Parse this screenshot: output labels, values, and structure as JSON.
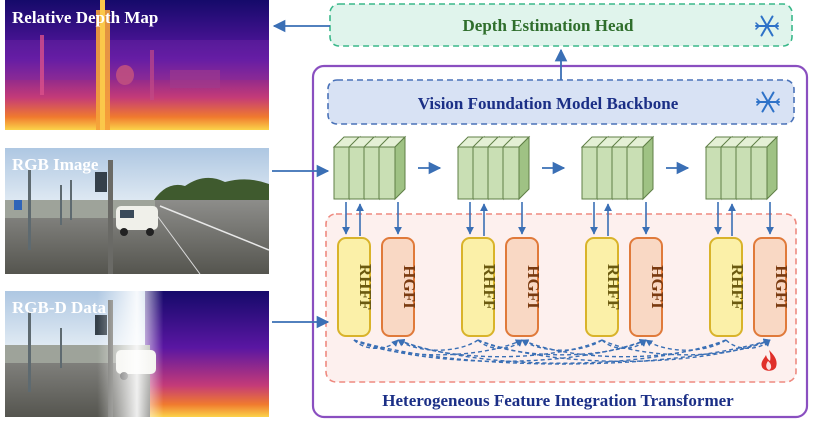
{
  "images": {
    "relative_depth": {
      "label": "Relative Depth Map"
    },
    "rgb": {
      "label": "RGB Image"
    },
    "rgbd": {
      "label": "RGB-D Data"
    }
  },
  "head": {
    "label": "Depth Estimation Head",
    "icon": "snowflake-icon"
  },
  "backbone": {
    "label": "Vision Foundation Model Backbone",
    "icon": "snowflake-icon"
  },
  "transformer": {
    "label": "Heterogeneous Feature Integration Transformer",
    "icon": "flame-icon"
  },
  "stages": [
    {
      "rhff": "RHFF",
      "hgfi": "HGFI"
    },
    {
      "rhff": "RHFF",
      "hgfi": "HGFI"
    },
    {
      "rhff": "RHFF",
      "hgfi": "HGFI"
    },
    {
      "rhff": "RHFF",
      "hgfi": "HGFI"
    }
  ],
  "colors": {
    "head_fill": "#e0f4ec",
    "head_stroke": "#3ab88a",
    "backbone_fill": "#d8e2f4",
    "backbone_stroke": "#4a72b8",
    "outer_stroke": "#8a4fc0",
    "inner_fill": "#fdf0ee",
    "inner_stroke": "#ee8a80",
    "rhff_fill": "#fbf0a8",
    "rhff_stroke": "#d9b32a",
    "hgfi_fill": "#f9d8c4",
    "hgfi_stroke": "#e07a3a",
    "arrow": "#3a6fb5",
    "title_green": "#2f6e2c",
    "title_navy": "#1b2f86",
    "flame": "#e0302a",
    "snowflake": "#2e72c8"
  }
}
